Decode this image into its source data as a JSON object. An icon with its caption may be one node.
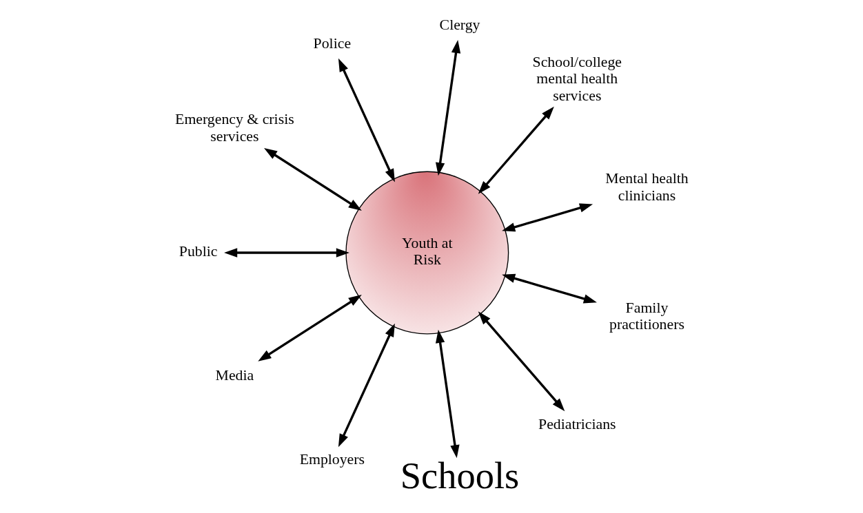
{
  "diagram": {
    "nodes": [
      {
        "text": [
          "Youth at Risk"
        ]
      },
      {
        "text": [
          "Mental health clinicians"
        ]
      },
      {
        "text": [
          "School/college mental health services"
        ]
      },
      {
        "text": [
          "Clergy"
        ]
      },
      {
        "text": [
          "Police"
        ]
      },
      {
        "text": [
          "Emergency & crisis services"
        ]
      },
      {
        "text": [
          "Public"
        ]
      },
      {
        "text": [
          "Media"
        ]
      },
      {
        "text": [
          "Employers"
        ]
      },
      {
        "text": [
          "Schools"
        ]
      },
      {
        "text": [
          "Pediatricians"
        ]
      },
      {
        "text": [
          "Family practitioners"
        ]
      }
    ],
    "edges": [
      {
        "from": 0,
        "to": 1,
        "arrow": "both"
      },
      {
        "from": 0,
        "to": 2,
        "arrow": "both"
      },
      {
        "from": 0,
        "to": 3,
        "arrow": "both"
      },
      {
        "from": 0,
        "to": 4,
        "arrow": "both"
      },
      {
        "from": 0,
        "to": 5,
        "arrow": "both"
      },
      {
        "from": 0,
        "to": 6,
        "arrow": "both"
      },
      {
        "from": 0,
        "to": 7,
        "arrow": "both"
      },
      {
        "from": 0,
        "to": 8,
        "arrow": "both"
      },
      {
        "from": 0,
        "to": 9,
        "arrow": "both"
      },
      {
        "from": 0,
        "to": 10,
        "arrow": "both"
      },
      {
        "from": 0,
        "to": 11,
        "arrow": "both"
      }
    ]
  }
}
